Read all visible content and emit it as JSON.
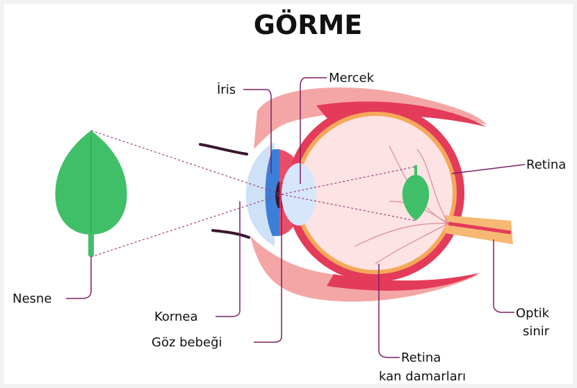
{
  "title": "GÖRME",
  "labels": {
    "iris": "İris",
    "lens": "Mercek",
    "retina": "Retina",
    "object": "Nesne",
    "cornea": "Kornea",
    "pupil": "Göz bebeği",
    "optic_nerve_1": "Optik",
    "optic_nerve_2": "sinir",
    "retina_vessels_1": "Retina",
    "retina_vessels_2": "kan damarları"
  },
  "colors": {
    "leaf": "#3fbf68",
    "sclera": "#e43b5a",
    "skin": "#f4a6a6",
    "eye_interior": "#fde3e3",
    "cornea": "#cfe1f7",
    "iris": "#3d7fd8",
    "leader_line": "#7a1f66",
    "optic_nerve": "#f7b873",
    "ray": "#9a3f86"
  }
}
